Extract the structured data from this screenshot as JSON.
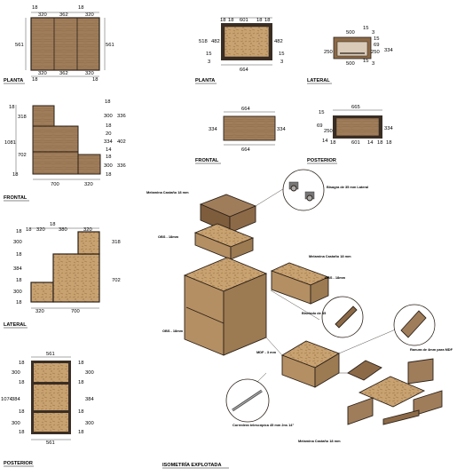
{
  "colors": {
    "walnut": "#a07d5a",
    "walnut_dark": "#7e5d3d",
    "osb": "#c9a272",
    "osb_dark": "#8d6a44",
    "frame": "#2b2118",
    "dim": "#222222"
  },
  "views": {
    "planta_left": {
      "caption": "PLANTA",
      "top": [
        "18",
        "320",
        "362",
        "18",
        "320"
      ],
      "bottom": [
        "18",
        "320",
        "362",
        "320",
        "18"
      ],
      "left": "561",
      "right": "561"
    },
    "planta_right": {
      "caption": "PLANTA",
      "top": [
        "18",
        "18",
        "601",
        "18",
        "18"
      ],
      "left": [
        "518",
        "482",
        "15",
        "3"
      ],
      "right": [
        "482",
        "15",
        "3"
      ],
      "bottom": "664"
    },
    "lateral_right": {
      "caption": "LATERAL",
      "top": [
        "500",
        "15",
        "3"
      ],
      "right": [
        "15",
        "69",
        "334"
      ],
      "left": "250",
      "inner_right": "250",
      "bottom": [
        "500",
        "15",
        "3"
      ]
    },
    "frontal_right": {
      "caption": "FRONTAL",
      "top": "664",
      "left": "334",
      "right": "334",
      "bottom": "664"
    },
    "posterior_right": {
      "caption": "POSTERIOR",
      "top": "665",
      "left": [
        "15",
        "69",
        "250",
        "14"
      ],
      "right": "334",
      "bottom": [
        "18",
        "601",
        "14",
        "18",
        "18"
      ]
    },
    "frontal_left": {
      "caption": "FRONTAL",
      "left": [
        "18",
        "318",
        "1081",
        "702",
        "18"
      ],
      "right": [
        "18",
        "300",
        "336",
        "18",
        "20",
        "334",
        "402",
        "14",
        "18",
        "300",
        "336",
        "18"
      ],
      "bottom": [
        "700",
        "320"
      ]
    },
    "lateral_left": {
      "caption": "LATERAL",
      "top": [
        "18",
        "320",
        "18",
        "380",
        "320"
      ],
      "left": [
        "18",
        "300",
        "18",
        "384",
        "18",
        "300",
        "18"
      ],
      "right": [
        "318",
        "702"
      ],
      "bottom": [
        "320",
        "700"
      ]
    },
    "posterior_left": {
      "caption": "POSTERIOR",
      "top": "561",
      "left": [
        "18",
        "300",
        "18",
        "1074",
        "384",
        "18",
        "300",
        "18"
      ],
      "right": [
        "18",
        "300",
        "18",
        "384",
        "18",
        "300",
        "18"
      ],
      "bottom": "561"
    }
  },
  "isometric": {
    "title": "ISOMETRÍA EXPLOTADA",
    "callouts": {
      "melamine_top": "Melamina Castaño 18 mm",
      "osb_top": "OBS - 18mm",
      "hinge_note": "Bisagra de 35 mm Lateral",
      "melamine_mid": "Melamina Castaño 18 mm",
      "osb_box": "OBS - 18mm",
      "osb_main": "OBS - 18mm",
      "bevel_note": "Biselado de 45",
      "mdf": "MDF - 3 mm",
      "slot_note": "Ranura de 4mm para MDF",
      "rail_note": "Corredera telescópica 45 mm 2ns 14\"",
      "melamine_bottom": "Melamina Castaño 18 mm"
    }
  }
}
